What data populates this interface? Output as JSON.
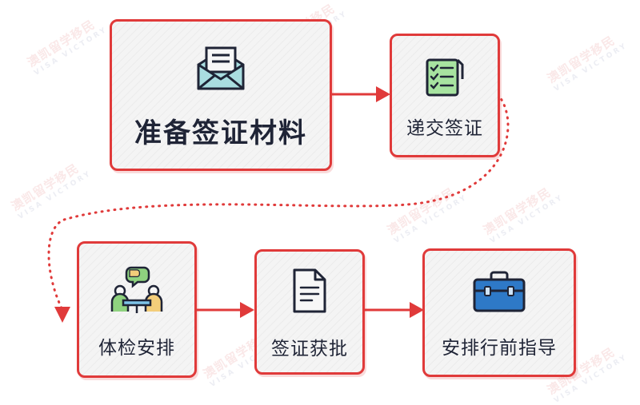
{
  "watermark": {
    "brand": "澳凯留学移民",
    "sub": "VISA VICTORY"
  },
  "steps": [
    {
      "label": "准备签证材料",
      "icon": "envelope-icon"
    },
    {
      "label": "递交签证",
      "icon": "checklist-icon"
    },
    {
      "label": "体检安排",
      "icon": "meeting-icon"
    },
    {
      "label": "签证获批",
      "icon": "document-icon"
    },
    {
      "label": "安排行前指导",
      "icon": "briefcase-icon"
    }
  ],
  "colors": {
    "border": "#e03a3a",
    "text": "#1f2436",
    "box_bg": "#f4f4f4",
    "envelope": "#a9dde0",
    "checklist": "#a7e3a0",
    "briefcase": "#2e79c7"
  }
}
